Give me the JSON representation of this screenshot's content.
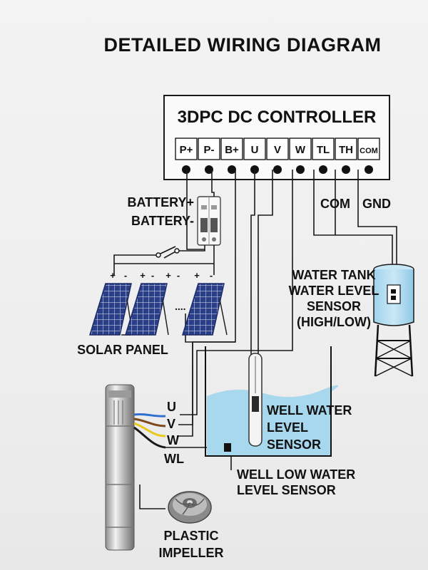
{
  "title": "DETAILED WIRING DIAGRAM",
  "controller": {
    "name": "3DPC DC CONTROLLER",
    "terminals": [
      "P+",
      "P-",
      "B+",
      "U",
      "V",
      "W",
      "TL",
      "TH",
      "COM"
    ]
  },
  "labels": {
    "battery_pos": "BATTERY+",
    "battery_neg": "BATTERY-",
    "com": "COM",
    "gnd": "GND",
    "solar_panel": "SOLAR PANEL",
    "panel_ellipsis": "....",
    "tank_sensor_1": "WATER TANK",
    "tank_sensor_2": "WATER LEVEL",
    "tank_sensor_3": "SENSOR",
    "tank_sensor_4": "(HIGH/LOW)",
    "well_sensor_1": "WELL WATER",
    "well_sensor_2": "LEVEL",
    "well_sensor_3": "SENSOR",
    "pump_u": "U",
    "pump_v": "V",
    "pump_w": "W",
    "pump_wl": "WL",
    "low_sensor_1": "WELL LOW WATER",
    "low_sensor_2": "LEVEL SENSOR",
    "impeller_1": "PLASTIC",
    "impeller_2": "IMPELLER",
    "panel_signs": [
      "+",
      "-",
      "+",
      "-",
      "+",
      "-",
      "+",
      "-"
    ]
  },
  "colors": {
    "water": "#a8d8ee",
    "wire": "#1a1a1a",
    "panel": "#2b3f88",
    "wire_blue": "#2f6fd0",
    "wire_brown": "#7a4a1e",
    "wire_yellow": "#e8c81a"
  }
}
